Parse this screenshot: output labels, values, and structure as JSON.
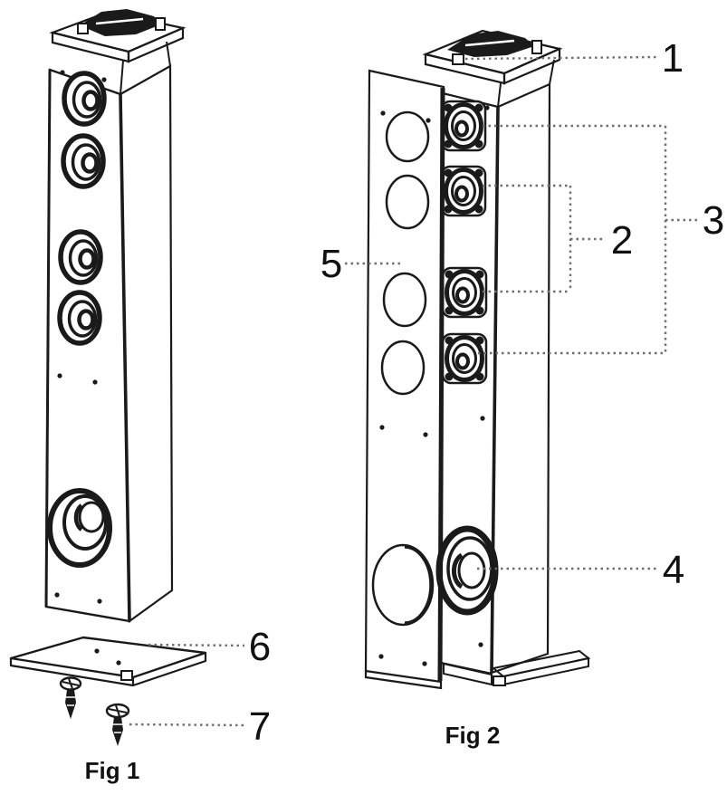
{
  "figures": {
    "fig1": {
      "label": "Fig 1"
    },
    "fig2": {
      "label": "Fig 2"
    }
  },
  "callouts": {
    "c1": {
      "label": "1"
    },
    "c2": {
      "label": "2"
    },
    "c3": {
      "label": "3"
    },
    "c4": {
      "label": "4"
    },
    "c5": {
      "label": "5"
    },
    "c6": {
      "label": "6"
    },
    "c7": {
      "label": "7"
    }
  },
  "colors": {
    "line_art": "#1a1a1a",
    "leader_line": "#6f6f6f",
    "label_text": "#111111",
    "background": "#ffffff"
  }
}
